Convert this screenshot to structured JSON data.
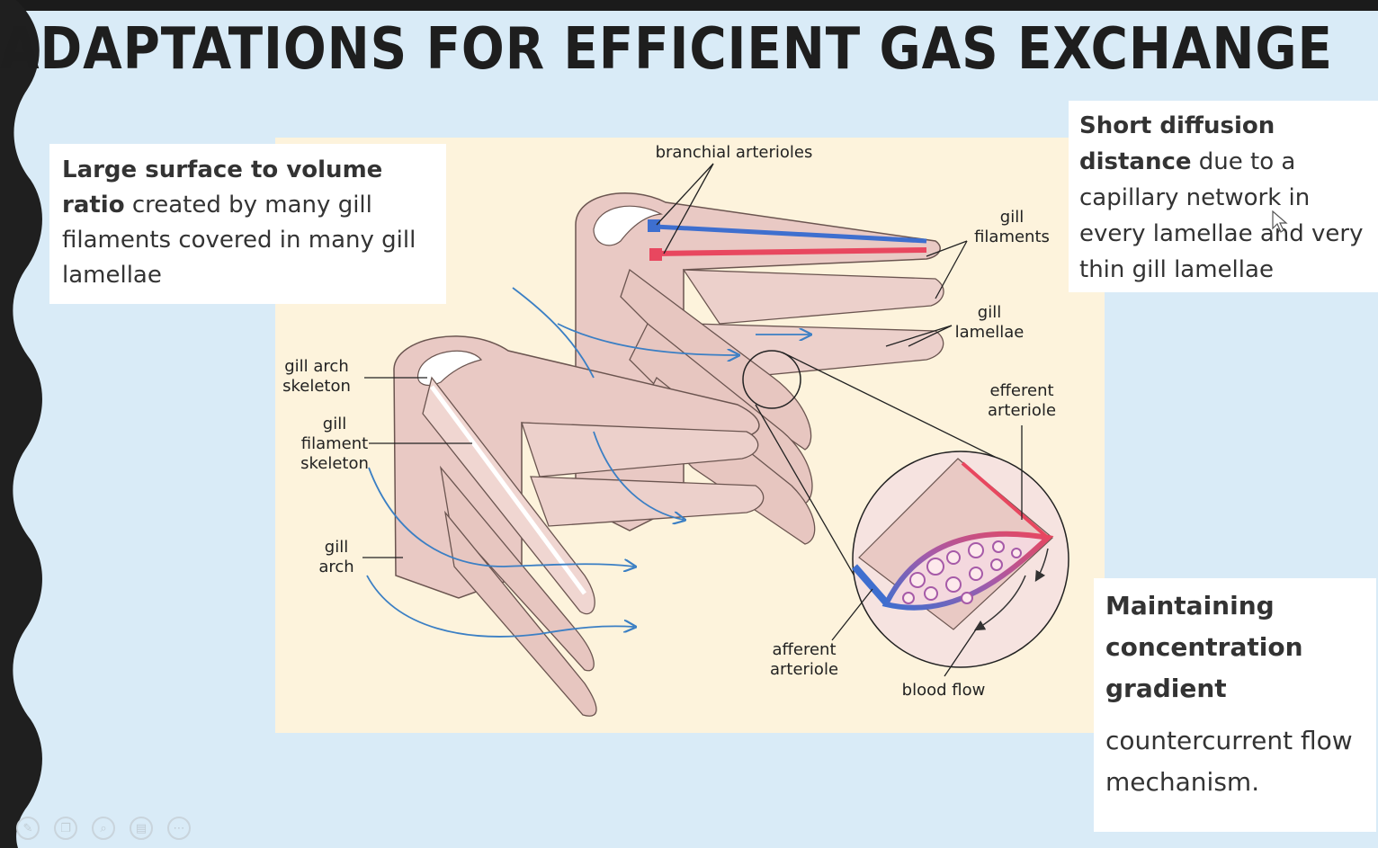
{
  "slide": {
    "title": "ADAPTATIONS FOR EFFICIENT GAS EXCHANGE"
  },
  "boxes": {
    "surface": {
      "bold": "Large surface to volume ratio",
      "text": " created by many gill filaments covered in many gill lamellae"
    },
    "diffusion": {
      "bold": "Short diffusion distance",
      "text": " due to a capillary network in every lamellae and very thin gill lamellae"
    },
    "gradient": {
      "heading": "Maintaining concentration gradient",
      "text": "countercurrent flow mechanism."
    }
  },
  "diagram": {
    "labels": {
      "branchial_arterioles": "branchial arterioles",
      "gill_filaments_1": "gill",
      "gill_filaments_2": "filaments",
      "gill_lamellae_1": "gill",
      "gill_lamellae_2": "lamellae",
      "efferent_1": "efferent",
      "efferent_2": "arteriole",
      "arch_skeleton_1": "gill arch",
      "arch_skeleton_2": "skeleton",
      "filament_skeleton_1": "gill",
      "filament_skeleton_2": "filament",
      "filament_skeleton_3": "skeleton",
      "gill_arch_1": "gill",
      "gill_arch_2": "arch",
      "afferent_1": "afferent",
      "afferent_2": "arteriole",
      "blood_flow": "blood flow"
    },
    "colors": {
      "tissue": "#e9c9c4",
      "tissue_light": "#f3dcd8",
      "outline": "#6b5550",
      "blood_red": "#e8475f",
      "blood_blue": "#3e6fcf",
      "water_arrow": "#3b7fc4"
    }
  },
  "toolbar": {
    "icons": [
      "pen-icon",
      "copy-icon",
      "zoom-icon",
      "subtitles-icon",
      "more-icon"
    ]
  }
}
